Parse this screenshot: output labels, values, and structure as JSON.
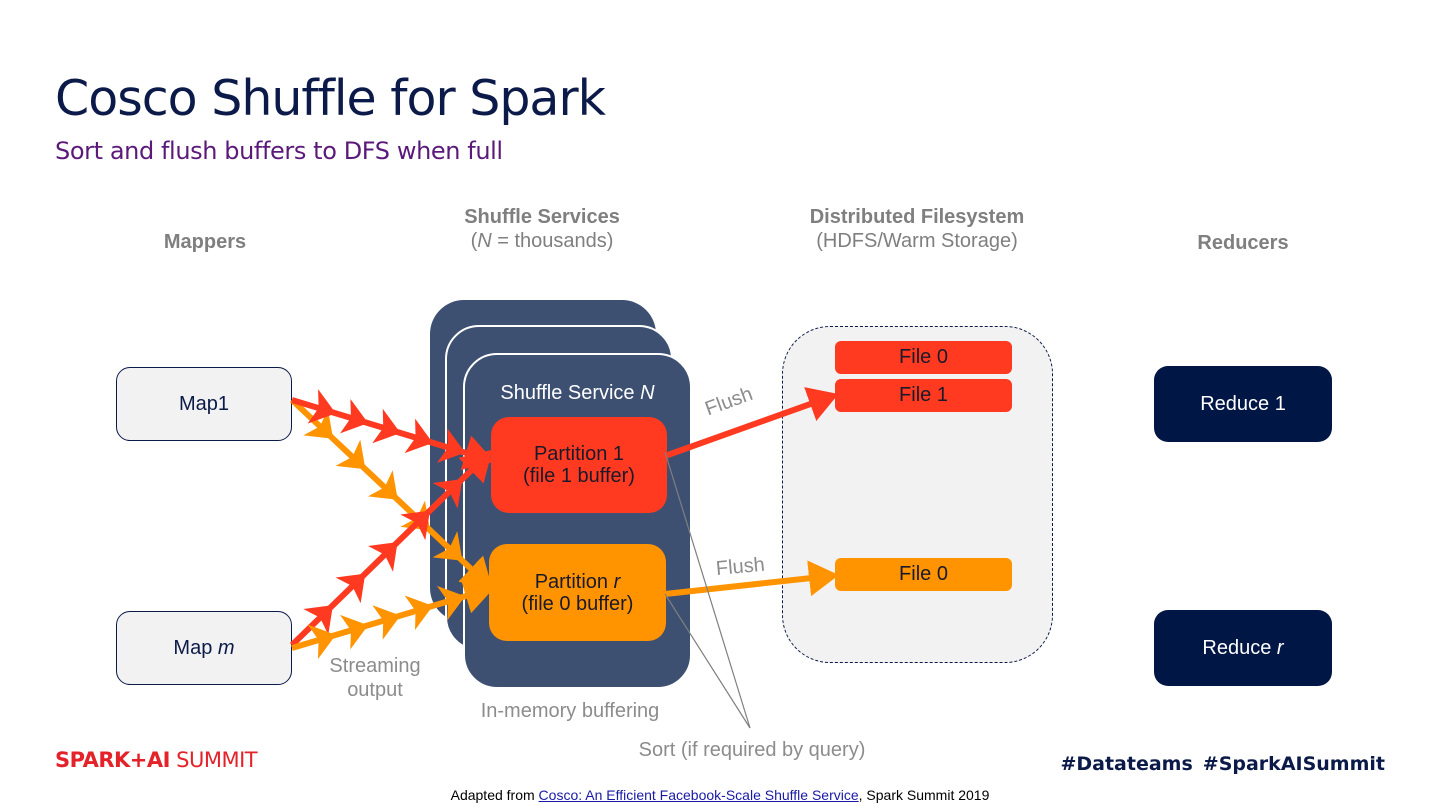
{
  "slide": {
    "title": "Cosco Shuffle for Spark",
    "subtitle": "Sort and flush buffers to DFS when full"
  },
  "columns": {
    "mappers": {
      "title": "Mappers"
    },
    "shuffle_services": {
      "title": "Shuffle Services",
      "note_var": "N",
      "note_rest": " = thousands)",
      "note_open": "("
    },
    "dfs": {
      "title": "Distributed Filesystem",
      "note": "(HDFS/Warm Storage)"
    },
    "reducers": {
      "title": "Reducers"
    }
  },
  "mappers": [
    {
      "label": "Map ",
      "var": "1",
      "var_italic": false
    },
    {
      "label": "Map ",
      "var": "m",
      "var_italic": true
    }
  ],
  "shuffle_service": {
    "label": "Shuffle Service ",
    "label_var": "N",
    "partitions": [
      {
        "line1": "Partition 1",
        "line2": "(file 1 buffer)",
        "color": "#ff3a21"
      },
      {
        "line1_prefix": "Partition ",
        "line1_var": "r",
        "line2": "(file 0 buffer)",
        "color": "#ff9400"
      }
    ]
  },
  "dfs_files": [
    {
      "label": "File 0",
      "color": "#ff3a21"
    },
    {
      "label": "File 1",
      "color": "#ff3a21"
    },
    {
      "label": "File 0",
      "color": "#ff9400"
    }
  ],
  "reducers": [
    {
      "label": "Reduce ",
      "var": "1",
      "var_italic": false
    },
    {
      "label": "Reduce ",
      "var": "r",
      "var_italic": true
    }
  ],
  "annotations": {
    "flush_top": "Flush",
    "flush_bottom": "Flush",
    "streaming_line1": "Streaming",
    "streaming_line2": "output",
    "in_memory": "In-memory buffering",
    "sort": "Sort (if required by query)"
  },
  "colors": {
    "red_stream": "#ff3a21",
    "orange_stream": "#ff9400",
    "card": "#3e5072",
    "navy": "#0b1a48"
  },
  "footer": {
    "logo_bold": "SPARK+AI",
    "logo_light": " SUMMIT",
    "hashtags": [
      "#Datateams",
      "#SparkAISummit"
    ],
    "citation_prefix": "Adapted from ",
    "citation_link": "Cosco: An Efficient Facebook-Scale Shuffle Service",
    "citation_suffix": ", Spark Summit 2019"
  }
}
